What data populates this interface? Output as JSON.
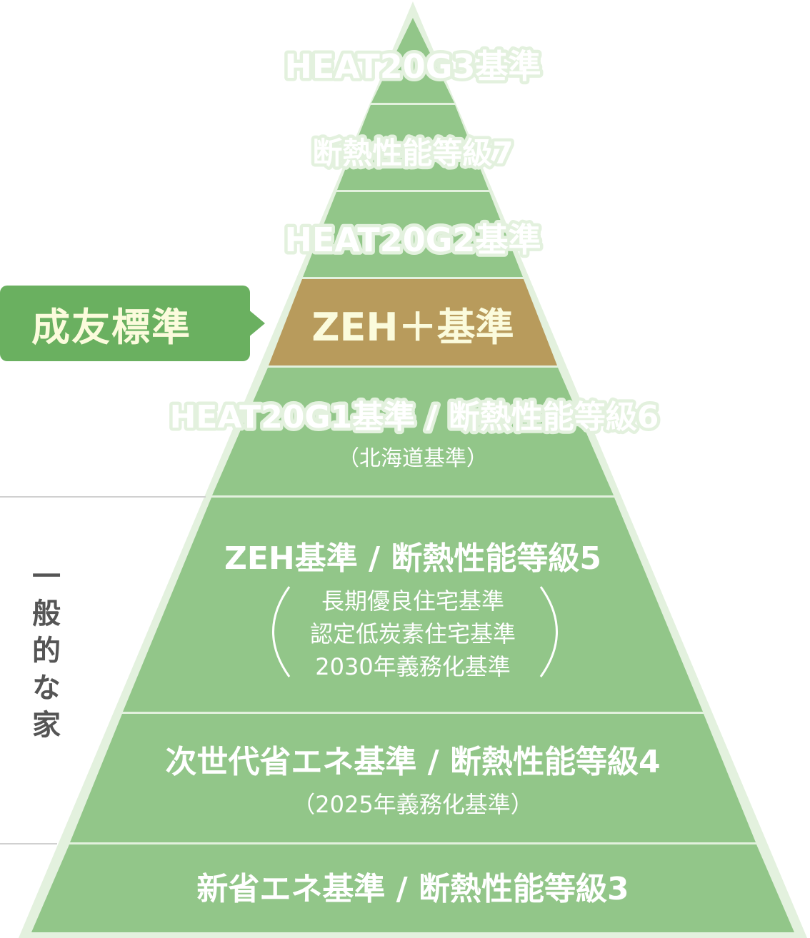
{
  "levels": {
    "l1": "HEAT20G3基準",
    "l2": "断熱性能等級7",
    "l3": "HEAT20G2基準",
    "l4": "ZEH＋基準",
    "l5": "HEAT20G1基準 / 断熱性能等級6",
    "l5_sub": "（北海道基準）",
    "l6": "ZEH基準 / 断熱性能等級5",
    "l6_sub": [
      "長期優良住宅基準",
      "認定低炭素住宅基準",
      "2030年義務化基準"
    ],
    "l7": "次世代省エネ基準 / 断熱性能等級4",
    "l7_sub": "（2025年義務化基準）",
    "l8": "新省エネ基準 / 断熱性能等級3"
  },
  "badge": {
    "label": "成友標準"
  },
  "side_label": "一般的な家",
  "colors": {
    "tier_green": "#92c689",
    "highlight_tier": "#b89b5c",
    "highlight_text": "#fbfbdc",
    "badge": "#6ab060",
    "border": "#e3f1de"
  }
}
